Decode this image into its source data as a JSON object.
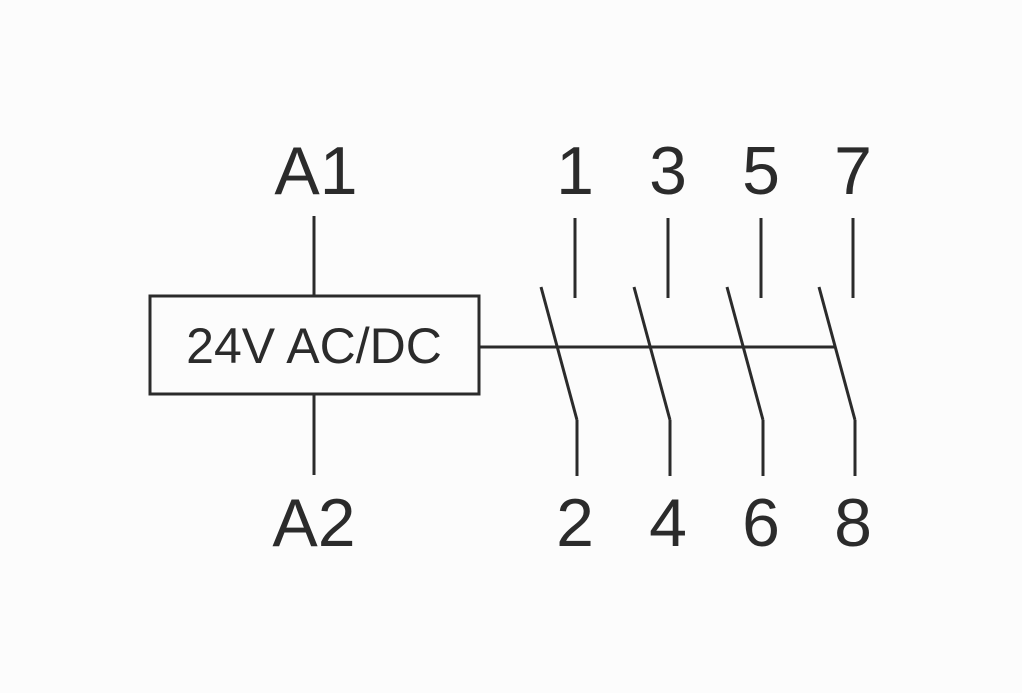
{
  "coil": {
    "terminal_top": "A1",
    "terminal_bottom": "A2",
    "rating": "24V AC/DC"
  },
  "contacts": [
    {
      "top": "1",
      "bottom": "2"
    },
    {
      "top": "3",
      "bottom": "4"
    },
    {
      "top": "5",
      "bottom": "6"
    },
    {
      "top": "7",
      "bottom": "8"
    }
  ],
  "colors": {
    "line": "#2b2b2b",
    "background": "#fcfcfc"
  }
}
